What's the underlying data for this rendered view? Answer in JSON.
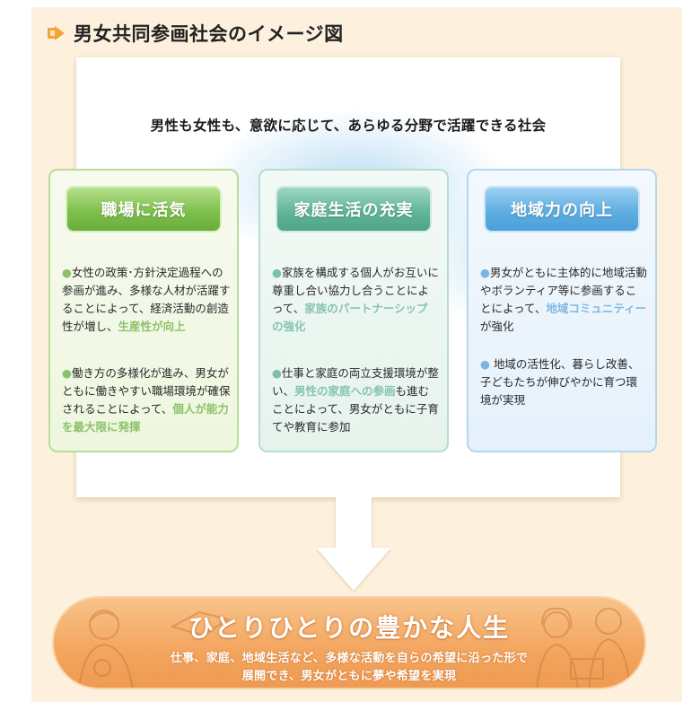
{
  "heading": {
    "title": "男女共同参画社会のイメージ図",
    "icon": "chevron-right-icon"
  },
  "tagline": "男性も女性も、意欲に応じて、あらゆる分野で活躍できる社会",
  "cards": [
    {
      "title": "職場に活気",
      "color": "#7fc04d",
      "p1": {
        "bullet": "●",
        "text": "女性の政策･方針決定過程への参画が進み、多様な人材が活躍することによって、経済活動の創造性が増し、",
        "highlight": "生産性が向上",
        "tail": ""
      },
      "p2": {
        "bullet": "●",
        "text": "働き方の多様化が進み、男女がともに働きやすい職場環境が確保されることによって、",
        "highlight": "個人が能力を最大限に発揮",
        "tail": ""
      }
    },
    {
      "title": "家庭生活の充実",
      "color": "#62b69b",
      "p1": {
        "bullet": "●",
        "text": "家族を構成する個人がお互いに尊重し合い協力し合うことによって、",
        "highlight": "家族のパートナーシップの強化",
        "tail": ""
      },
      "p2": {
        "bullet": "●",
        "text": "仕事と家庭の両立支援環境が整い、",
        "highlight": "男性の家庭への参画",
        "tail": "も進むことによって、男女がともに子育てや教育に参加"
      }
    },
    {
      "title": "地域力の向上",
      "color": "#5eaee2",
      "p1": {
        "bullet": "●",
        "text": "男女がともに主体的に地域活動やボランティア等に参画することによって、",
        "highlight": "地域コミュニティー",
        "tail": "が強化"
      },
      "p2": {
        "bullet": "●",
        "text": " 地域の活性化、暮らし改善、子どもたちが伸びやかに育つ環境が実現",
        "highlight": "",
        "tail": ""
      }
    }
  ],
  "result": {
    "title": "ひとりひとりの豊かな人生",
    "line1": "仕事、家庭、地域生活など、多様な活動を自らの希望に沿った形で",
    "line2": "展開でき、男女がともに夢や希望を実現"
  },
  "colors": {
    "background": "#fdf1dd",
    "arrow": "#ffffff",
    "pill": "#f3a55e"
  }
}
